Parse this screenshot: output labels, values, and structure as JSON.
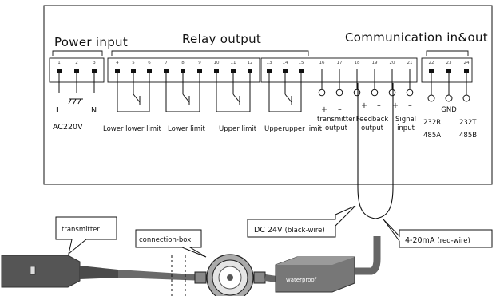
{
  "headers": {
    "power_input": "Power input",
    "relay_output": "Relay output",
    "communication": "Communication in&out"
  },
  "terminal_numbers": [
    "1",
    "2",
    "3",
    "4",
    "5",
    "6",
    "7",
    "8",
    "9",
    "10",
    "11",
    "12",
    "13",
    "14",
    "15",
    "16",
    "17",
    "18",
    "19",
    "20",
    "21",
    "22",
    "23",
    "24"
  ],
  "power_labels": {
    "l": "L",
    "n": "N",
    "ac": "AC220V"
  },
  "relay_labels": {
    "lower_lower": "Lower lower limit",
    "lower": "Lower limit",
    "upper": "Upper limit",
    "upper_upper": "Upperupper limit"
  },
  "io_labels": {
    "transmitter_output": [
      "transmitter",
      "output"
    ],
    "feedback_output": [
      "Feedback",
      "output"
    ],
    "signal_input": [
      "Signal",
      "input"
    ]
  },
  "comm_labels": {
    "r232": "232R",
    "t232": "232T",
    "gnd": "GND",
    "a485": "485A",
    "b485": "485B"
  },
  "callouts": {
    "dc24": "DC 24V",
    "dc24_note": "(black-wire)",
    "ma": "4-20mA",
    "ma_note": "(red-wire)",
    "transmitter": "transmitter",
    "connection_box": "connection-box"
  },
  "cable_label": "waterproof",
  "colors": {
    "line": "#111111",
    "device_dark": "#555555",
    "cable": "#666666"
  }
}
